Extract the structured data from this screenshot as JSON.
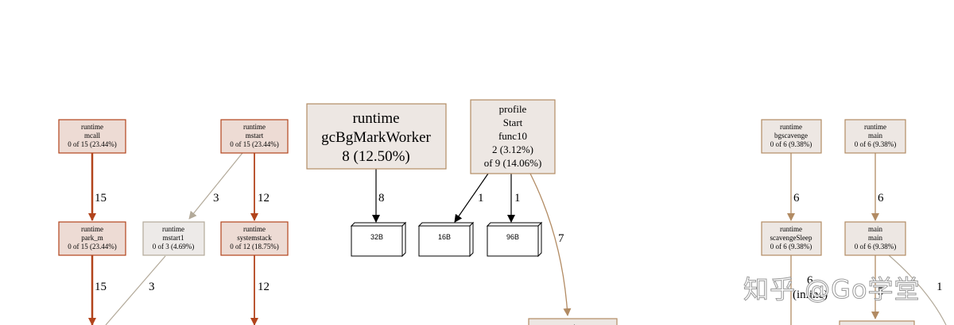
{
  "nodes": {
    "mcall": {
      "lines": [
        "runtime",
        "mcall",
        "0 of 15 (23.44%)"
      ]
    },
    "park_m": {
      "lines": [
        "runtime",
        "park_m",
        "0 of 15 (23.44%)"
      ]
    },
    "mstart": {
      "lines": [
        "runtime",
        "mstart",
        "0 of 15 (23.44%)"
      ]
    },
    "mstart1": {
      "lines": [
        "runtime",
        "mstart1",
        "0 of 3 (4.69%)"
      ]
    },
    "systemstack": {
      "lines": [
        "runtime",
        "systemstack",
        "0 of 12 (18.75%)"
      ]
    },
    "gcBgMarkWorker": {
      "lines": [
        "runtime",
        "gcBgMarkWorker",
        "8 (12.50%)"
      ]
    },
    "profileStart": {
      "lines": [
        "profile",
        "Start",
        "func10",
        "2 (3.12%)",
        "of 9 (14.06%)"
      ]
    },
    "bgscavenge": {
      "lines": [
        "runtime",
        "bgscavenge",
        "0 of 6 (9.38%)"
      ]
    },
    "runtimeMain": {
      "lines": [
        "runtime",
        "main",
        "0 of 6 (9.38%)"
      ]
    },
    "scavengeSleep": {
      "lines": [
        "runtime",
        "scavengeSleep",
        "0 of 6 (9.38%)"
      ]
    },
    "mainMain": {
      "lines": [
        "main",
        "main",
        "0 of 6 (9.38%)"
      ]
    },
    "bottomCenter": {
      "lines": [
        "runtime"
      ]
    }
  },
  "boxes": {
    "b32": "32B",
    "b16": "16B",
    "b96": "96B"
  },
  "edges": {
    "mcall_park": "15",
    "park_down": "15",
    "mstart_mstart1": "3",
    "mstart_systemstack": "12",
    "mstart1_down": "3",
    "systemstack_down": "12",
    "gc_32": "8",
    "profile_16": "1",
    "profile_96": "1",
    "profile_down": "7",
    "bgscavenge_sleep": "6",
    "rtmain_main": "6",
    "sleep_down": "6",
    "sleep_inline": "(inline)",
    "main_down_5": "5",
    "main_down_1": "1"
  },
  "colors": {
    "hot_stroke": "#b2441c",
    "hot_fill": "#eddbd4",
    "warm_fill": "#ede7e3",
    "warm_stroke": "#b28b63",
    "neutral_fill": "#edeae8",
    "neutral_stroke": "#b2a999",
    "edge_hot": "#b2441c",
    "edge_warm": "#b28b63",
    "edge_light": "#b2a999"
  },
  "watermark": "知乎 @Go学堂"
}
